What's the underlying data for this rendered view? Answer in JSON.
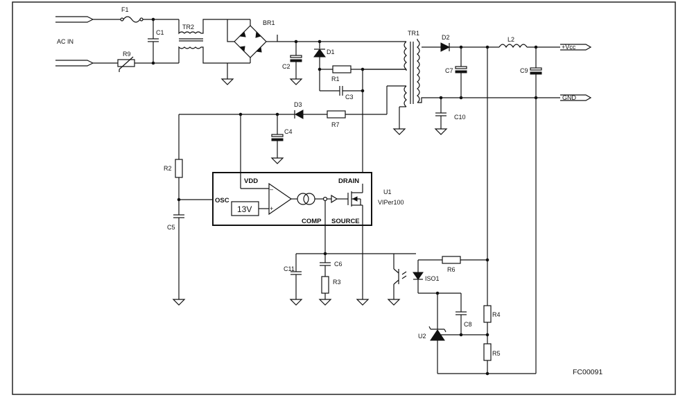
{
  "labels": {
    "ac_in": "AC IN",
    "f1": "F1",
    "c1": "C1",
    "tr2": "TR2",
    "br1": "BR1",
    "r9": "R9",
    "c2": "C2",
    "d1": "D1",
    "r1": "R1",
    "c3": "C3",
    "tr1": "TR1",
    "d2": "D2",
    "l2": "L2",
    "c7": "C7",
    "c9": "C9",
    "c10": "C10",
    "vcc": "+Vcc",
    "gnd": "GND",
    "d3": "D3",
    "r7": "R7",
    "c4": "C4",
    "r2": "R2",
    "c5": "C5",
    "vdd": "VDD",
    "drain": "DRAIN",
    "osc": "OSC",
    "ref": "13V",
    "comp": "COMP",
    "source": "SOURCE",
    "u1": "U1",
    "u1_part": "VIPer100",
    "c11": "C11",
    "c6": "C6",
    "r3": "R3",
    "r6": "R6",
    "iso1": "ISO1",
    "c8": "C8",
    "r4": "R4",
    "u2": "U2",
    "r5": "R5",
    "drawing_id": "FC00091"
  }
}
